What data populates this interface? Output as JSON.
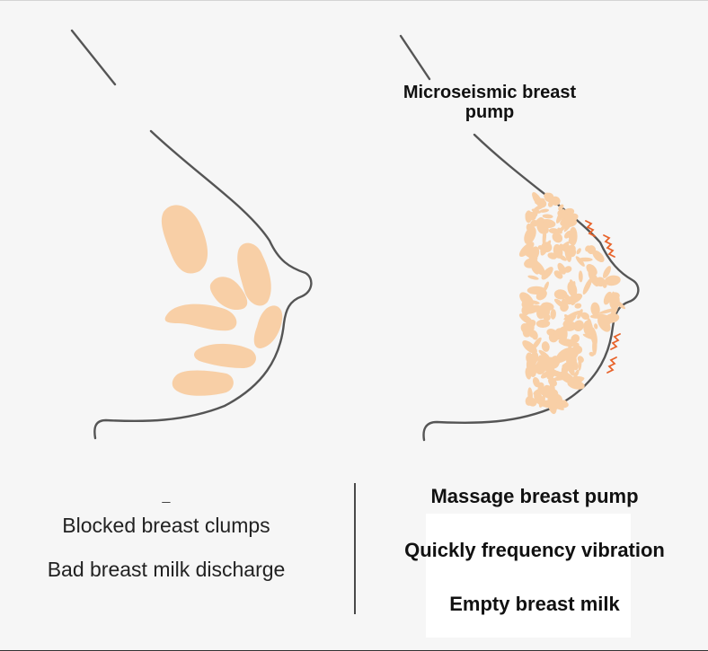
{
  "pump_label": "Microseismic breast pump",
  "left": {
    "dash": "_",
    "caption_1": "Blocked breast clumps",
    "caption_2": "Bad breast milk discharge"
  },
  "right": {
    "caption_1": "Massage breast pump",
    "caption_2": "Quickly frequency vibration",
    "caption_3": "Empty breast milk"
  },
  "colors": {
    "outline": "#555555",
    "milk_clump": "#f8cfa6",
    "vibration": "#e8632a"
  },
  "icons": {
    "vibration": "zigzag-wave"
  }
}
